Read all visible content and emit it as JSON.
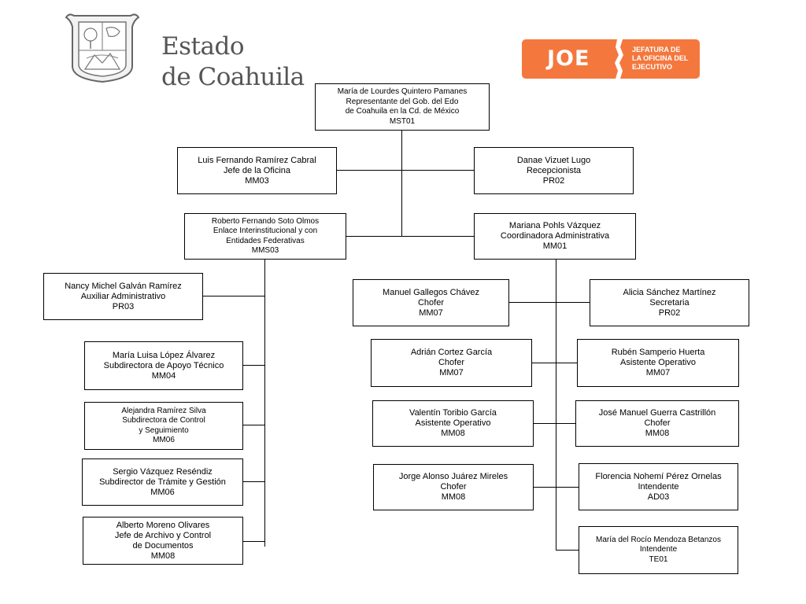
{
  "header": {
    "state_title_line1": "Estado",
    "state_title_line2": "de Coahuila",
    "brand_color": "#f4783e",
    "joe_logo": {
      "acronym": "JOE",
      "caption_line1": "JEFATURA DE",
      "caption_line2": "LA OFICINA DEL",
      "caption_line3": "EJECUTIVO"
    }
  },
  "org_chart": {
    "representative": {
      "lines": [
        "María de Lourdes Quintero Pamanes",
        "Representante del Gob. del Edo",
        "de Coahuila en la Cd. de México",
        "MST01"
      ]
    },
    "office_chief": {
      "lines": [
        "Luis Fernando Ramírez Cabral",
        "Jefe de la Oficina",
        "MM03"
      ]
    },
    "reception": {
      "lines": [
        "Danae Vizuet Lugo",
        "Recepcionista",
        "PR02"
      ]
    },
    "liaison": {
      "lines": [
        "Roberto Fernando Soto Olmos",
        "Enlace Interinstitucional y con",
        "Entidades Federativas",
        "MMS03"
      ]
    },
    "admin_coordinator": {
      "lines": [
        "Mariana Pohls Vázquez",
        "Coordinadora Administrativa",
        "MM01"
      ]
    },
    "liaison_staff": [
      {
        "lines": [
          "Nancy Michel Galván Ramírez",
          "Auxiliar Administrativo",
          "PR03"
        ]
      },
      {
        "lines": [
          "María Luisa López Álvarez",
          "Subdirectora de Apoyo Técnico",
          "MM04"
        ]
      },
      {
        "lines": [
          "Alejandra Ramírez Silva",
          "Subdirectora de Control",
          "y Seguimiento",
          "MM06"
        ]
      },
      {
        "lines": [
          "Sergio Vázquez Reséndiz",
          "Subdirector de Trámite y Gestión",
          "MM06"
        ]
      },
      {
        "lines": [
          "Alberto Moreno Olivares",
          "Jefe de Archivo y Control",
          "de Documentos",
          "MM08"
        ]
      }
    ],
    "admin_staff_left": [
      {
        "lines": [
          "Manuel Gallegos Chávez",
          "Chofer",
          "MM07"
        ]
      },
      {
        "lines": [
          "Adrián Cortez García",
          "Chofer",
          "MM07"
        ]
      },
      {
        "lines": [
          "Valentín Toribio García",
          "Asistente Operativo",
          "MM08"
        ]
      },
      {
        "lines": [
          "Jorge Alonso Juárez Mireles",
          "Chofer",
          "MM08"
        ]
      }
    ],
    "admin_staff_right": [
      {
        "lines": [
          "Alicia Sánchez Martínez",
          "Secretaria",
          "PR02"
        ]
      },
      {
        "lines": [
          "Rubén Samperio Huerta",
          "Asistente Operativo",
          "MM07"
        ]
      },
      {
        "lines": [
          "José Manuel Guerra Castrillón",
          "Chofer",
          "MM08"
        ]
      },
      {
        "lines": [
          "Florencia Nohemí Pérez Ornelas",
          "Intendente",
          "AD03"
        ]
      },
      {
        "lines": [
          "María del Rocío Mendoza Betanzos",
          "Intendente",
          "TE01"
        ]
      }
    ]
  }
}
